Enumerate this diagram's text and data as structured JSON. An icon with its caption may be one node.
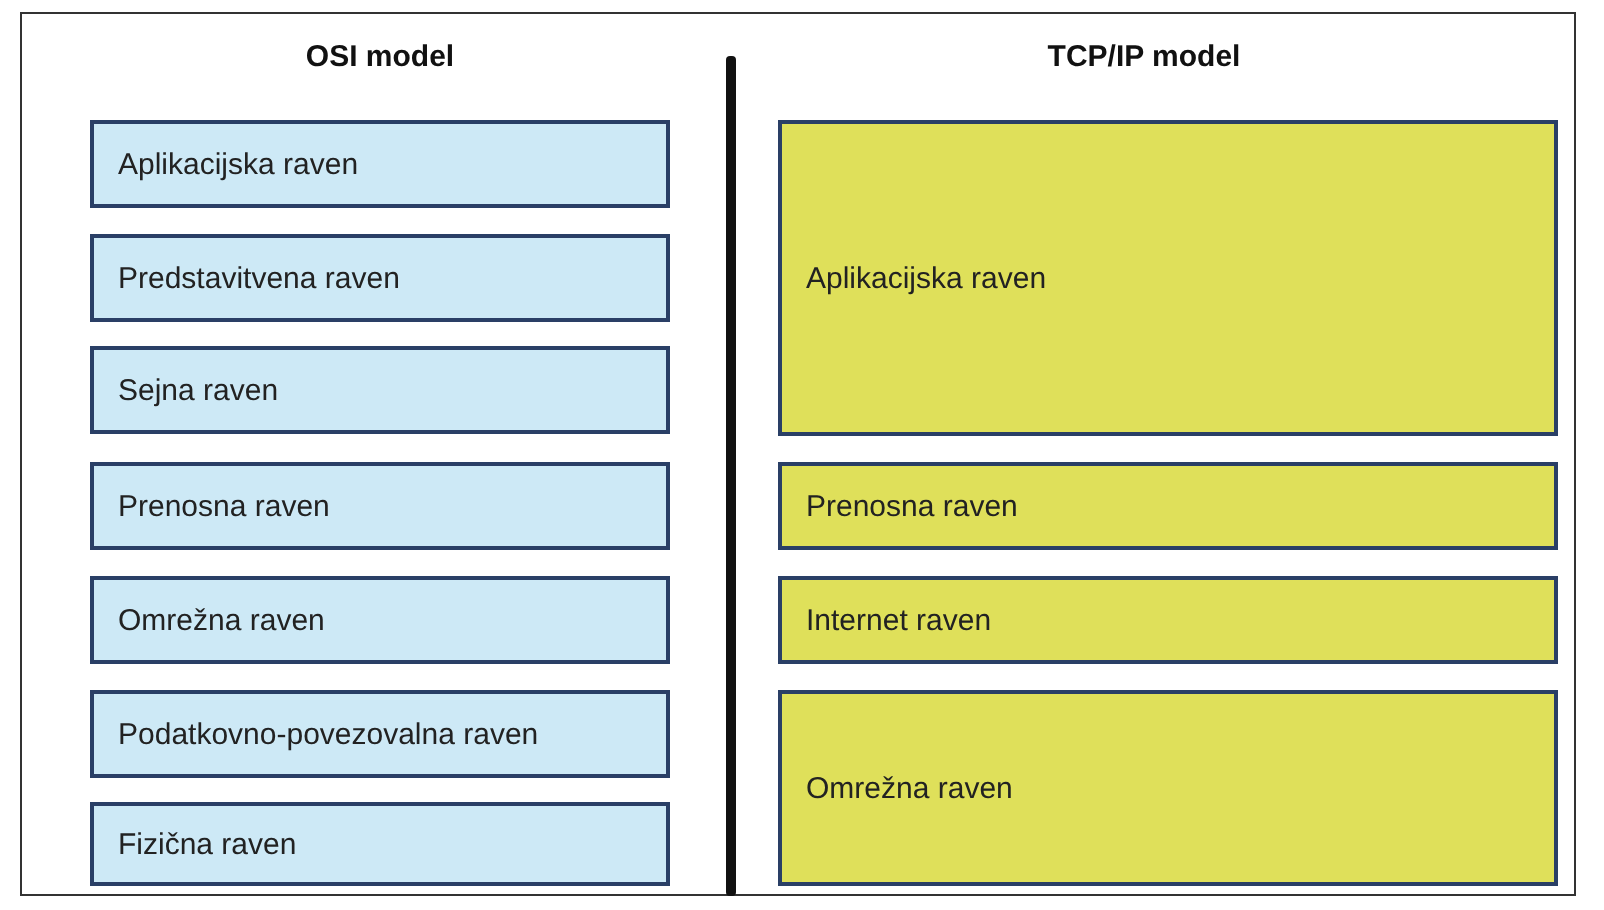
{
  "diagram": {
    "nodes": [
      {
        "text": [
          "Aplikacijska raven"
        ]
      },
      {
        "text": [
          "Predstavitvena raven"
        ]
      },
      {
        "text": [
          "Sejna raven"
        ]
      },
      {
        "text": [
          "Prenosna raven"
        ]
      },
      {
        "text": [
          "Omrežna raven"
        ]
      },
      {
        "text": [
          "Podatkovno-povezovalna raven"
        ]
      },
      {
        "text": [
          "Fizična raven"
        ]
      },
      {
        "text": [
          "Aplikacijska raven"
        ]
      },
      {
        "text": [
          "Prenosna raven"
        ]
      },
      {
        "text": [
          "Internet raven"
        ]
      },
      {
        "text": [
          "Omrežna raven"
        ]
      }
    ],
    "labels": [
      "OSI model",
      "TCP/IP model"
    ]
  }
}
